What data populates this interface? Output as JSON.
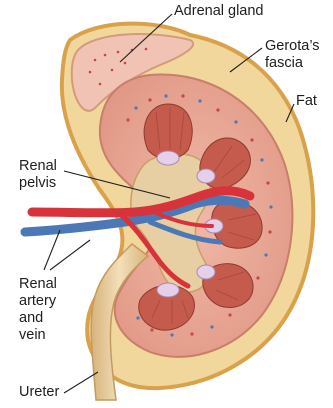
{
  "labels": {
    "adrenal_gland": "Adrenal gland",
    "gerotas_fascia_line1": "Gerota’s",
    "gerotas_fascia_line2": "fascia",
    "fat": "Fat",
    "renal_pelvis_line1": "Renal",
    "renal_pelvis_line2": "pelvis",
    "renal_artery_line1": "Renal",
    "renal_artery_line2": "artery",
    "renal_artery_line3": "and",
    "renal_artery_line4": "vein",
    "ureter": "Ureter"
  },
  "colors": {
    "fat": "#f1d79b",
    "fat_border": "#d9a24a",
    "cortex": "#e9a594",
    "medulla": "#c45b4d",
    "papilla": "#e6cfe8",
    "pelvis": "#e8cfa3",
    "artery": "#d8323a",
    "vein": "#4c78b5",
    "ureter": "#ead2a8"
  }
}
